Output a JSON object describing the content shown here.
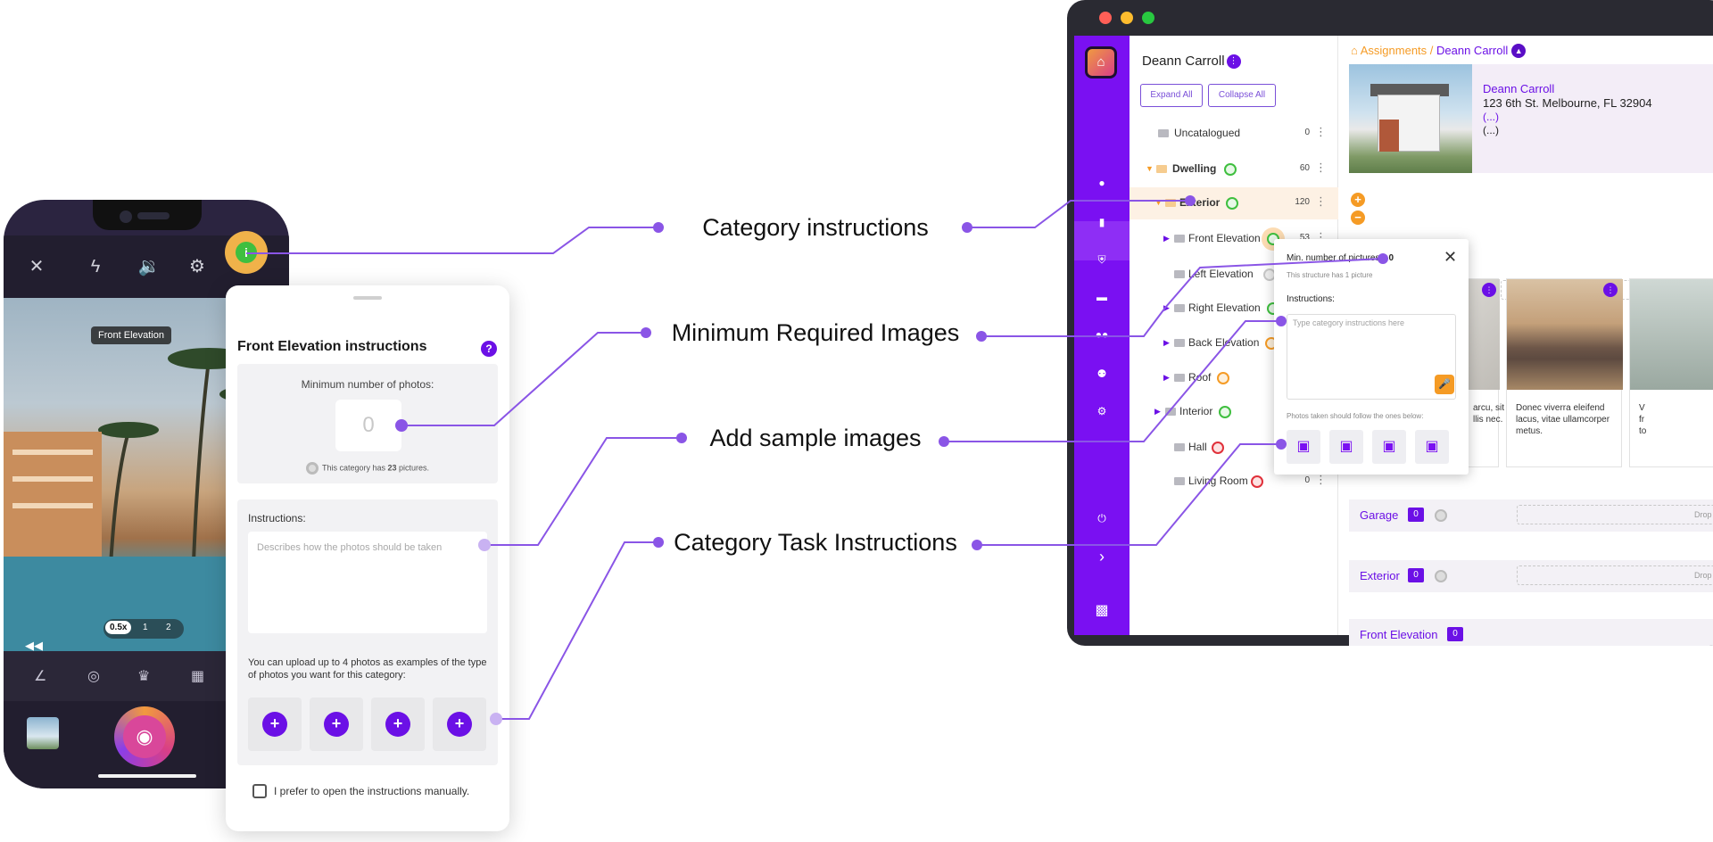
{
  "callouts": {
    "category_instructions": "Category instructions",
    "minimum_required_images": "Minimum Required Images",
    "add_sample_images": "Add sample images",
    "category_task_instructions": "Category Task Instructions"
  },
  "phone": {
    "photo_tag": "Front Elevation",
    "zoom_levels": [
      "0.5x",
      "1",
      "2"
    ],
    "icons": {
      "close": "close-icon",
      "flash": "flash-icon",
      "sound": "sound-icon",
      "settings": "gear-icon",
      "info": "info-icon",
      "rewind": "rewind-icon",
      "level": "angle-icon",
      "compass": "compass-icon",
      "crown": "crown-icon",
      "calendar": "calendar-icon",
      "shutter": "camera-icon"
    }
  },
  "sheet": {
    "title": "Front Elevation instructions",
    "help": "?",
    "min_label": "Minimum number of photos:",
    "min_value": "0",
    "category_has_prefix": "This category has ",
    "category_has_count": "23",
    "category_has_suffix": " pictures.",
    "instructions_label": "Instructions:",
    "instructions_placeholder": "Describes how the photos should be taken",
    "upload_text": "You can upload up to 4 photos as examples of the type of photos you want for this category:",
    "slot_plus": "+",
    "manual_label": "I prefer to open the instructions manually."
  },
  "desktop": {
    "user_name": "Deann Carroll",
    "expand_all": "Expand All",
    "collapse_all": "Collapse All",
    "tree": [
      {
        "name": "Uncatalogued",
        "count": "0"
      },
      {
        "name": "Dwelling",
        "count": "60"
      },
      {
        "name": "Exterior",
        "count": "120"
      },
      {
        "name": "Front Elevation",
        "count": "53"
      },
      {
        "name": "Left Elevation",
        "count": ""
      },
      {
        "name": "Right Elevation",
        "count": ""
      },
      {
        "name": "Back Elevation",
        "count": ""
      },
      {
        "name": "Roof",
        "count": ""
      },
      {
        "name": "Interior",
        "count": ""
      },
      {
        "name": "Hall",
        "count": ""
      },
      {
        "name": "Living Room",
        "count": "0"
      }
    ],
    "popup": {
      "min_label": "Min. number of pictures",
      "min_value": "0",
      "structure_has": "This structure has 1 picture",
      "instructions_label": "Instructions:",
      "placeholder": "Type category instructions here",
      "follow_label": "Photos taken should follow the ones below:"
    },
    "breadcrumb": {
      "root": "Assignments",
      "separator": " / ",
      "current": "Deann Carroll"
    },
    "owner": {
      "name": "Deann Carroll",
      "address": "123 6th St. Melbourne, FL 32904",
      "more1": "(...)",
      "more2": "(...)"
    },
    "drop_files": "Drop files",
    "cards": [
      {
        "text": "arcu, sit\nllis nec."
      },
      {
        "text": "Donec viverra eleifend lacus, vitae ullamcorper metus."
      },
      {
        "text": "V\nfr\nto"
      }
    ],
    "sections": [
      {
        "name": "Garage",
        "count": "0"
      },
      {
        "name": "Exterior",
        "count": "0"
      },
      {
        "name": "Front Elevation",
        "count": "0"
      }
    ],
    "colors": {
      "accent": "#7a10f2",
      "orange": "#f59b25",
      "green": "#3fbf3f",
      "red": "#e0303a"
    }
  }
}
